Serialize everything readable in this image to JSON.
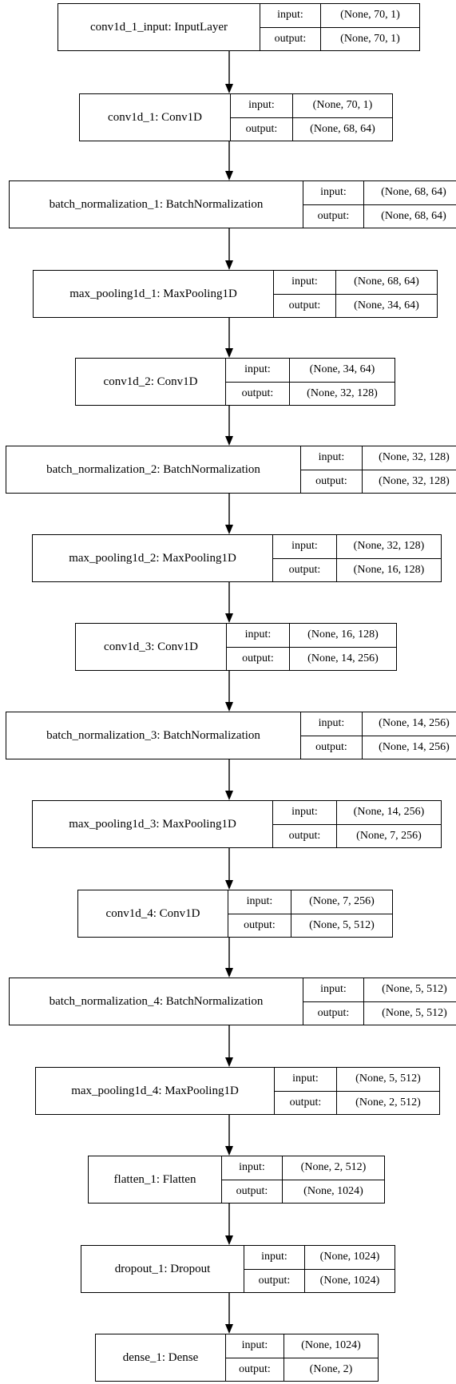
{
  "labels": {
    "input": "input:",
    "output": "output:"
  },
  "layers": [
    {
      "name": "conv1d_1_input: InputLayer",
      "input": "(None, 70, 1)",
      "output": "(None, 70, 1)"
    },
    {
      "name": "conv1d_1: Conv1D",
      "input": "(None, 70, 1)",
      "output": "(None, 68, 64)"
    },
    {
      "name": "batch_normalization_1: BatchNormalization",
      "input": "(None, 68, 64)",
      "output": "(None, 68, 64)"
    },
    {
      "name": "max_pooling1d_1: MaxPooling1D",
      "input": "(None, 68, 64)",
      "output": "(None, 34, 64)"
    },
    {
      "name": "conv1d_2: Conv1D",
      "input": "(None, 34, 64)",
      "output": "(None, 32, 128)"
    },
    {
      "name": "batch_normalization_2: BatchNormalization",
      "input": "(None, 32, 128)",
      "output": "(None, 32, 128)"
    },
    {
      "name": "max_pooling1d_2: MaxPooling1D",
      "input": "(None, 32, 128)",
      "output": "(None, 16, 128)"
    },
    {
      "name": "conv1d_3: Conv1D",
      "input": "(None, 16, 128)",
      "output": "(None, 14, 256)"
    },
    {
      "name": "batch_normalization_3: BatchNormalization",
      "input": "(None, 14, 256)",
      "output": "(None, 14, 256)"
    },
    {
      "name": "max_pooling1d_3: MaxPooling1D",
      "input": "(None, 14, 256)",
      "output": "(None, 7, 256)"
    },
    {
      "name": "conv1d_4: Conv1D",
      "input": "(None, 7, 256)",
      "output": "(None, 5, 512)"
    },
    {
      "name": "batch_normalization_4: BatchNormalization",
      "input": "(None, 5, 512)",
      "output": "(None, 5, 512)"
    },
    {
      "name": "max_pooling1d_4: MaxPooling1D",
      "input": "(None, 5, 512)",
      "output": "(None, 2, 512)"
    },
    {
      "name": "flatten_1: Flatten",
      "input": "(None, 2, 512)",
      "output": "(None, 1024)"
    },
    {
      "name": "dropout_1: Dropout",
      "input": "(None, 1024)",
      "output": "(None, 1024)"
    },
    {
      "name": "dense_1: Dense",
      "input": "(None, 1024)",
      "output": "(None, 2)"
    }
  ]
}
